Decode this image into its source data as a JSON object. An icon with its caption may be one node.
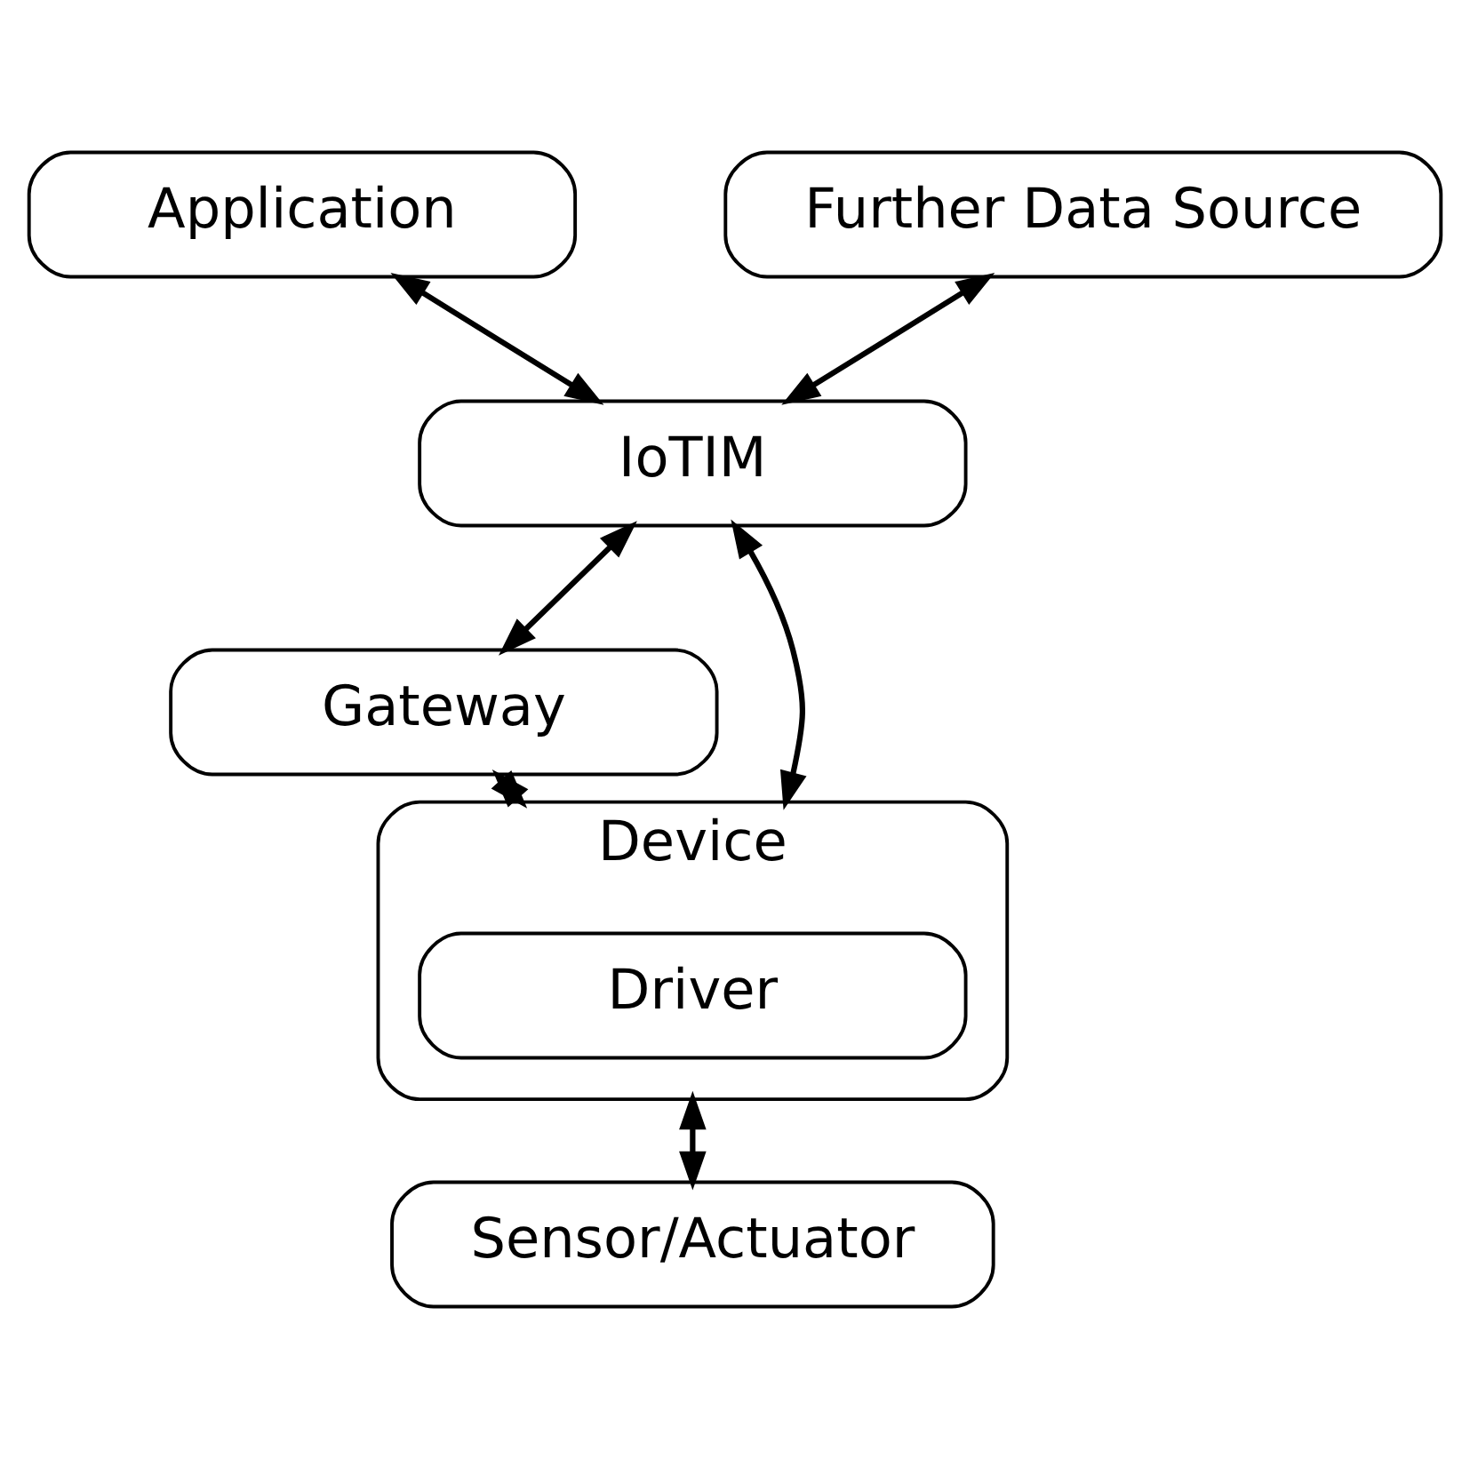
{
  "diagram": {
    "nodes": [
      {
        "text": [
          "Application"
        ]
      },
      {
        "text": [
          "Further Data Source"
        ]
      },
      {
        "text": [
          "IoTIM"
        ]
      },
      {
        "text": [
          "Gateway"
        ]
      },
      {
        "text": [
          "Device"
        ]
      },
      {
        "text": [
          "Driver"
        ],
        "in": 4
      },
      {
        "text": [
          "Sensor/Actuator"
        ]
      }
    ],
    "edges": [
      {
        "from": 0,
        "to": 2,
        "arrow": "both"
      },
      {
        "from": 1,
        "to": 2,
        "arrow": "both"
      },
      {
        "from": 2,
        "to": 3,
        "arrow": "both"
      },
      {
        "from": 3,
        "to": 4,
        "arrow": "both"
      },
      {
        "from": 2,
        "to": 4,
        "arrow": "both"
      },
      {
        "from": 4,
        "to": 6,
        "arrow": "both"
      }
    ]
  }
}
